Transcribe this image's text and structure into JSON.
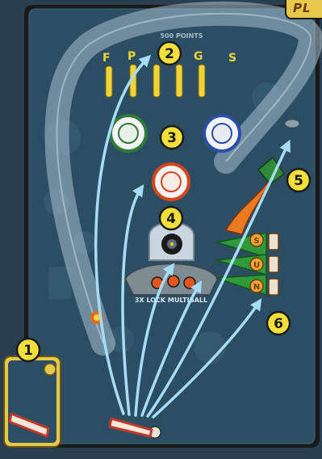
{
  "corner_tag": "PL",
  "fpgs_letters": [
    "F",
    "P",
    "G",
    "S"
  ],
  "points_text": "500 POINTS",
  "lock_text": "3X LOCK MULTIBALL",
  "sun_letters": [
    "S",
    "U",
    "N"
  ],
  "callouts": [
    "1",
    "2",
    "3",
    "4",
    "5",
    "6"
  ],
  "colors": {
    "playfield": "#2b4e62",
    "ramp": "#9fb6c6",
    "arrow": "#a6dcf7",
    "callout_fill": "#f2df3b",
    "frame": "#1b1b1b"
  }
}
